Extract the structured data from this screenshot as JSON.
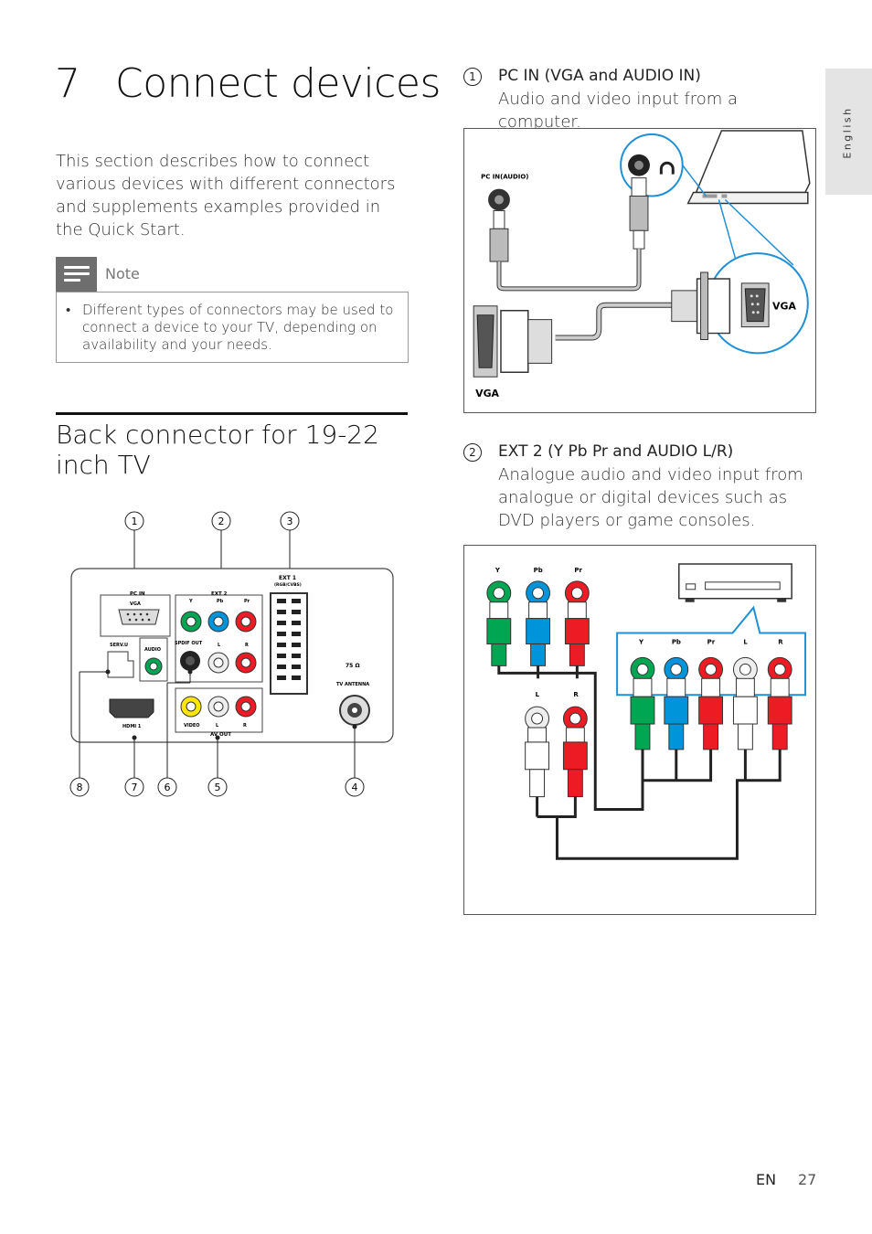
{
  "chapter": {
    "number": "7",
    "title": "Connect devices"
  },
  "intro": "This section describes how to connect various devices with different connectors and supplements examples provided in the Quick Start.",
  "note": {
    "label": "Note",
    "bullet": "•",
    "text": "Different types of connectors may be used to connect a device to your TV, depending on availability and your needs."
  },
  "section_title": "Back connector for 19-22 inch TV",
  "back_panel": {
    "callouts_top": [
      "1",
      "2",
      "3"
    ],
    "callouts_bottom": [
      "8",
      "7",
      "6",
      "5",
      "4"
    ],
    "labels": {
      "pc_in": "PC IN",
      "vga": "VGA",
      "ext2": "EXT 2",
      "y": "Y",
      "pb": "Pb",
      "pr": "Pr",
      "ext1": "EXT 1",
      "ext1_sub": "(RGB/CVBS)",
      "serv_u": "SERV.U",
      "audio": "AUDIO",
      "spdif_out": "SPDIF OUT",
      "l": "L",
      "r": "R",
      "ohm": "75 Ω",
      "tv_antenna": "TV ANTENNA",
      "hdmi": "HDMI 1",
      "video": "VIDEO",
      "av_out": "AV OUT"
    }
  },
  "items": [
    {
      "num": "1",
      "title": "PC IN (VGA and AUDIO IN)",
      "desc": "Audio and video input from a computer."
    },
    {
      "num": "2",
      "title": "EXT 2 (Y Pb Pr and AUDIO L/R)",
      "desc": "Analogue audio and video input from analogue or digital devices such as DVD players or game consoles."
    }
  ],
  "fig1": {
    "pc_in_audio": "PC IN(AUDIO)",
    "vga_left": "VGA",
    "vga_right": "VGA"
  },
  "fig2": {
    "top_labels": [
      "Y",
      "Pb",
      "Pr"
    ],
    "lr_labels": [
      "L",
      "R"
    ],
    "box_labels": [
      "Y",
      "Pb",
      "Pr",
      "L",
      "R"
    ]
  },
  "side_tab": "English",
  "footer": {
    "lang": "EN",
    "page": "27"
  },
  "colors": {
    "green": "#00a651",
    "blue": "#0095da",
    "red": "#ed1c24",
    "yellow": "#ffe600",
    "highlight_blue": "#1f8fd6"
  }
}
